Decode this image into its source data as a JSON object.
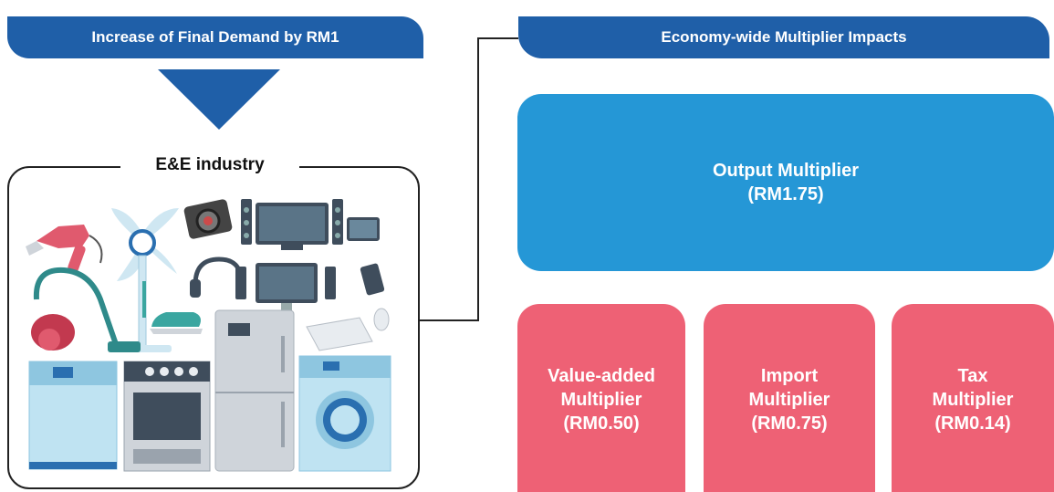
{
  "header": {
    "demand_label": "Increase of Final Demand by RM1",
    "impacts_label": "Economy-wide Multiplier Impacts"
  },
  "industry": {
    "title": "E&E industry"
  },
  "output": {
    "line1": "Output Multiplier",
    "line2": "(RM1.75)"
  },
  "multipliers": [
    {
      "line1": "Value-added",
      "line2": "Multiplier",
      "value": "(RM0.50)"
    },
    {
      "line1": "Import",
      "line2": "Multiplier",
      "value": "(RM0.75)"
    },
    {
      "line1": "Tax",
      "line2": "Multiplier",
      "value": "(RM0.14)"
    }
  ],
  "colors": {
    "header_blue": "#1f5fa8",
    "output_blue": "#2597d6",
    "multiplier_pink": "#ee6175"
  },
  "icons": [
    "hair-dryer-icon",
    "fan-icon",
    "camera-icon",
    "tv-icon",
    "speaker-icon",
    "tablet-icon",
    "headphones-icon",
    "monitor-icon",
    "phone-icon",
    "vacuum-icon",
    "iron-icon",
    "refrigerator-icon",
    "keyboard-icon",
    "mouse-icon",
    "dishwasher-icon",
    "stove-icon",
    "washing-machine-icon"
  ]
}
